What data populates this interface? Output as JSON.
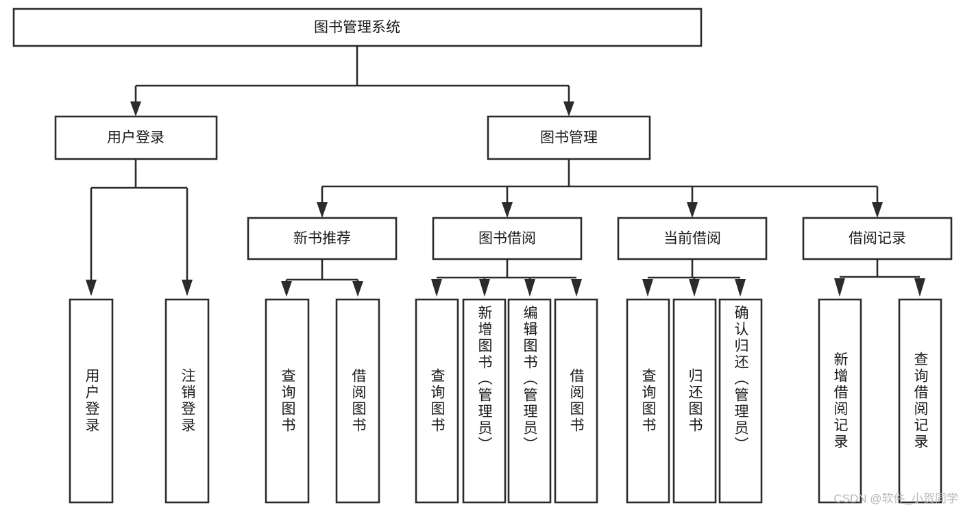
{
  "diagram": {
    "title": "图书管理系统",
    "type": "hierarchy-tree",
    "orientation": "top-down",
    "watermark": "CSDN @软件_小贺同学",
    "colors": {
      "background": "#ffffff",
      "box_stroke": "#2b2b2b",
      "box_fill": "#ffffff",
      "text": "#1a1a1a",
      "watermark": "#b9b9b9"
    },
    "levels": [
      {
        "level": 1,
        "nodes": [
          {
            "id": "root",
            "label": "图书管理系统",
            "orientation": "horizontal"
          }
        ]
      },
      {
        "level": 2,
        "nodes": [
          {
            "id": "user-login",
            "label": "用户登录",
            "orientation": "horizontal",
            "parent": "root"
          },
          {
            "id": "book-manage",
            "label": "图书管理",
            "orientation": "horizontal",
            "parent": "root"
          }
        ]
      },
      {
        "level": 3,
        "nodes": [
          {
            "id": "new-book-rec",
            "label": "新书推荐",
            "orientation": "horizontal",
            "parent": "book-manage"
          },
          {
            "id": "book-borrow",
            "label": "图书借阅",
            "orientation": "horizontal",
            "parent": "book-manage"
          },
          {
            "id": "current-borrow",
            "label": "当前借阅",
            "orientation": "horizontal",
            "parent": "book-manage"
          },
          {
            "id": "borrow-record",
            "label": "借阅记录",
            "orientation": "horizontal",
            "parent": "book-manage"
          }
        ]
      },
      {
        "level": 4,
        "nodes": [
          {
            "id": "leaf-user-login",
            "label": "用户登录",
            "orientation": "vertical",
            "parent": "user-login"
          },
          {
            "id": "leaf-logout",
            "label": "注销登录",
            "orientation": "vertical",
            "parent": "user-login"
          },
          {
            "id": "leaf-query-book-1",
            "label": "查询图书",
            "orientation": "vertical",
            "parent": "new-book-rec"
          },
          {
            "id": "leaf-borrow-book-1",
            "label": "借阅图书",
            "orientation": "vertical",
            "parent": "new-book-rec"
          },
          {
            "id": "leaf-query-book-2",
            "label": "查询图书",
            "orientation": "vertical",
            "parent": "book-borrow"
          },
          {
            "id": "leaf-add-book",
            "label": "新增图书（管理员）",
            "orientation": "vertical",
            "parent": "book-borrow"
          },
          {
            "id": "leaf-edit-book",
            "label": "编辑图书（管理员）",
            "orientation": "vertical",
            "parent": "book-borrow"
          },
          {
            "id": "leaf-borrow-book-2",
            "label": "借阅图书",
            "orientation": "vertical",
            "parent": "book-borrow"
          },
          {
            "id": "leaf-query-book-3",
            "label": "查询图书",
            "orientation": "vertical",
            "parent": "current-borrow"
          },
          {
            "id": "leaf-return-book",
            "label": "归还图书",
            "orientation": "vertical",
            "parent": "current-borrow"
          },
          {
            "id": "leaf-confirm-return",
            "label": "确认归还（管理员）",
            "orientation": "vertical",
            "parent": "current-borrow"
          },
          {
            "id": "leaf-add-record",
            "label": "新增借阅记录",
            "orientation": "vertical",
            "parent": "borrow-record"
          },
          {
            "id": "leaf-query-record",
            "label": "查询借阅记录",
            "orientation": "vertical",
            "parent": "borrow-record"
          }
        ]
      }
    ]
  }
}
